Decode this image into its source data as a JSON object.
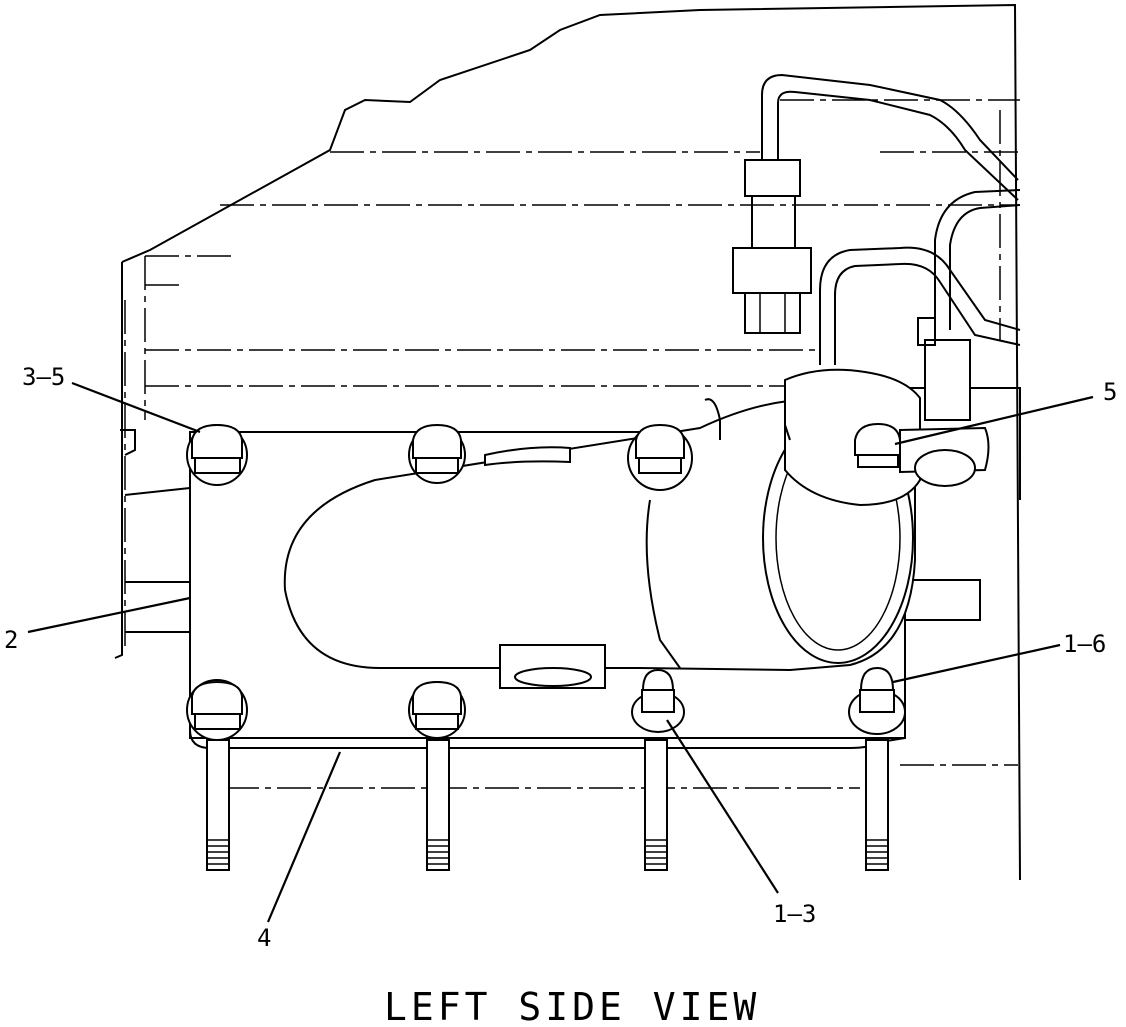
{
  "title": "LEFT SIDE VIEW",
  "callouts": {
    "c1": "3–5",
    "c2": "2",
    "c3": "5",
    "c4": "1–6",
    "c5": "4",
    "c6": "1–3"
  }
}
